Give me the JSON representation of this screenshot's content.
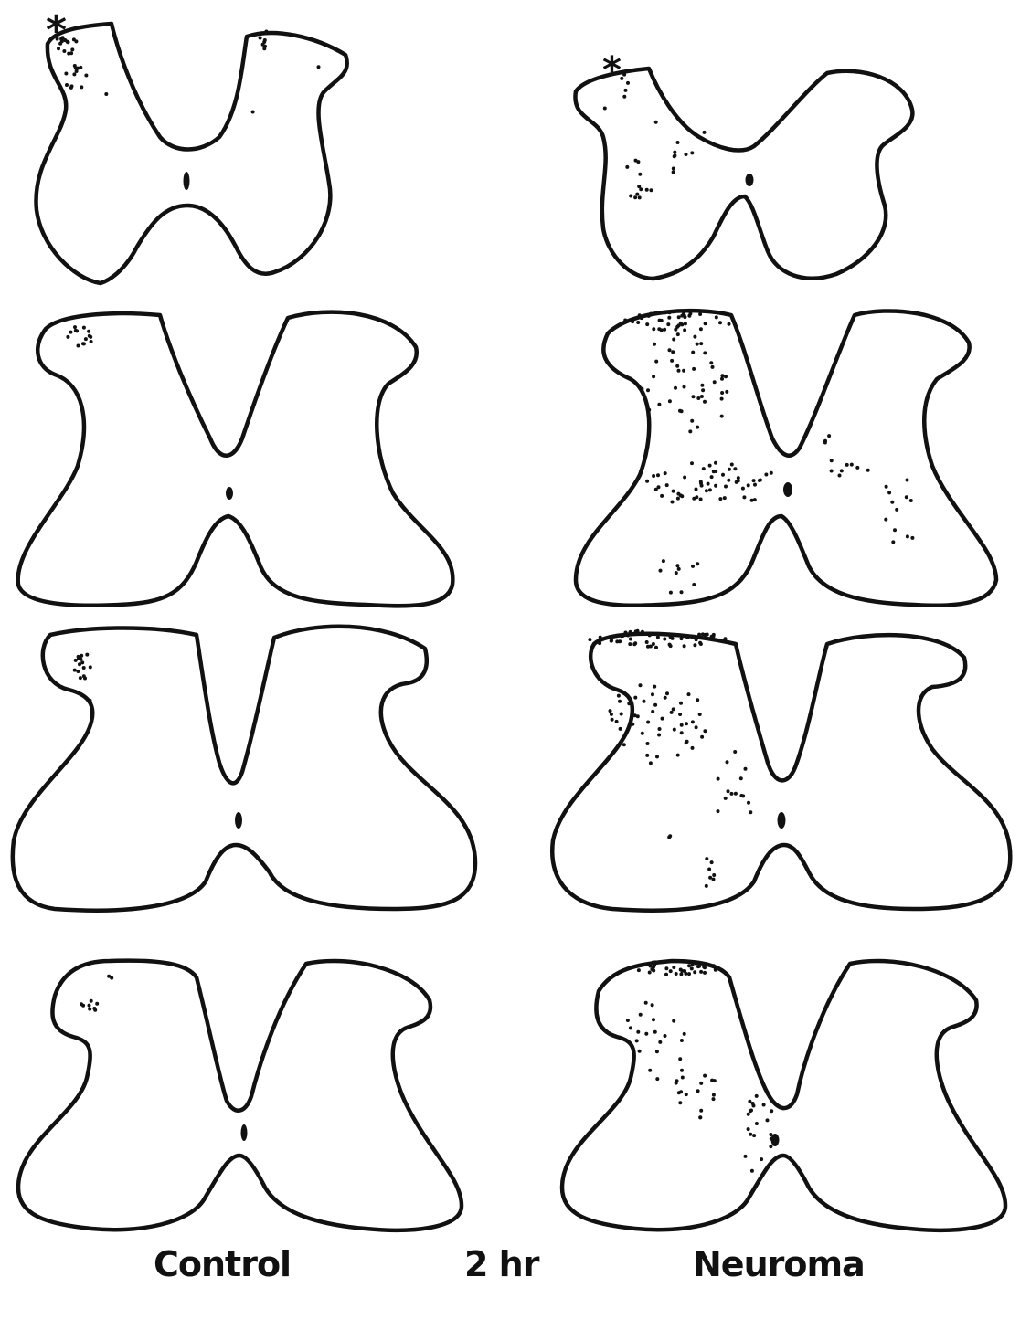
{
  "labels": {
    "left": "Control",
    "center": "2 hr",
    "right": "Neuroma"
  },
  "marker_symbol": "*",
  "colors": {
    "ink": "#111111",
    "background": "#ffffff"
  },
  "columns": [
    {
      "name": "control",
      "section_count": 4,
      "asterisk_on_first": true
    },
    {
      "name": "neuroma",
      "section_count": 4,
      "asterisk_on_first": true
    }
  ]
}
